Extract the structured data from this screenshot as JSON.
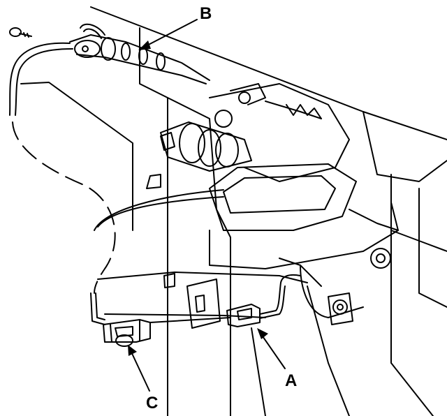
{
  "diagram": {
    "callouts": [
      {
        "id": "B",
        "text": "B"
      },
      {
        "id": "A",
        "text": "A"
      },
      {
        "id": "C",
        "text": "C"
      }
    ],
    "colors": {
      "line": "#000000",
      "background": "#ffffff"
    }
  }
}
